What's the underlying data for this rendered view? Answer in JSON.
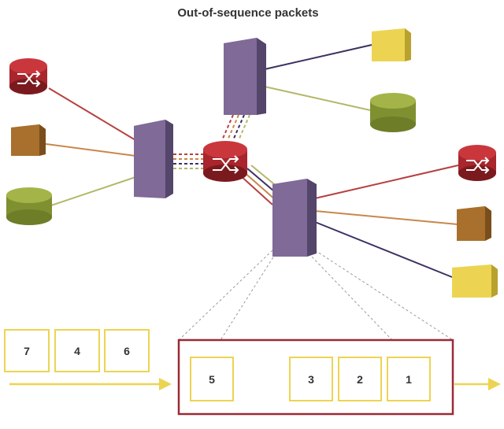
{
  "title": "Out-of-sequence packets",
  "queue_left": [
    "7",
    "4",
    "6"
  ],
  "queue_buffer": [
    "5",
    "3",
    "2",
    "1"
  ],
  "colors": {
    "switch_front": "#7f6a98",
    "switch_side": "#54456a",
    "switch_top": "#a594bb",
    "router_red": "#a8262c",
    "router_dark": "#7a1a1f",
    "server_brown": "#a8702c",
    "disk_green": "#8ea03a",
    "cube_yellow": "#ecd452",
    "packet_border": "#ecd452",
    "buffer_border": "#9b2a36",
    "arrow_yellow": "#ecd452",
    "link_red": "#b64040",
    "link_brown": "#c8884a",
    "link_green": "#b5b86a",
    "link_dark": "#3d3060"
  },
  "icons": {
    "router": "router-icon",
    "server": "server-icon",
    "storage": "storage-icon",
    "switch": "switch-icon",
    "client": "client-icon"
  }
}
